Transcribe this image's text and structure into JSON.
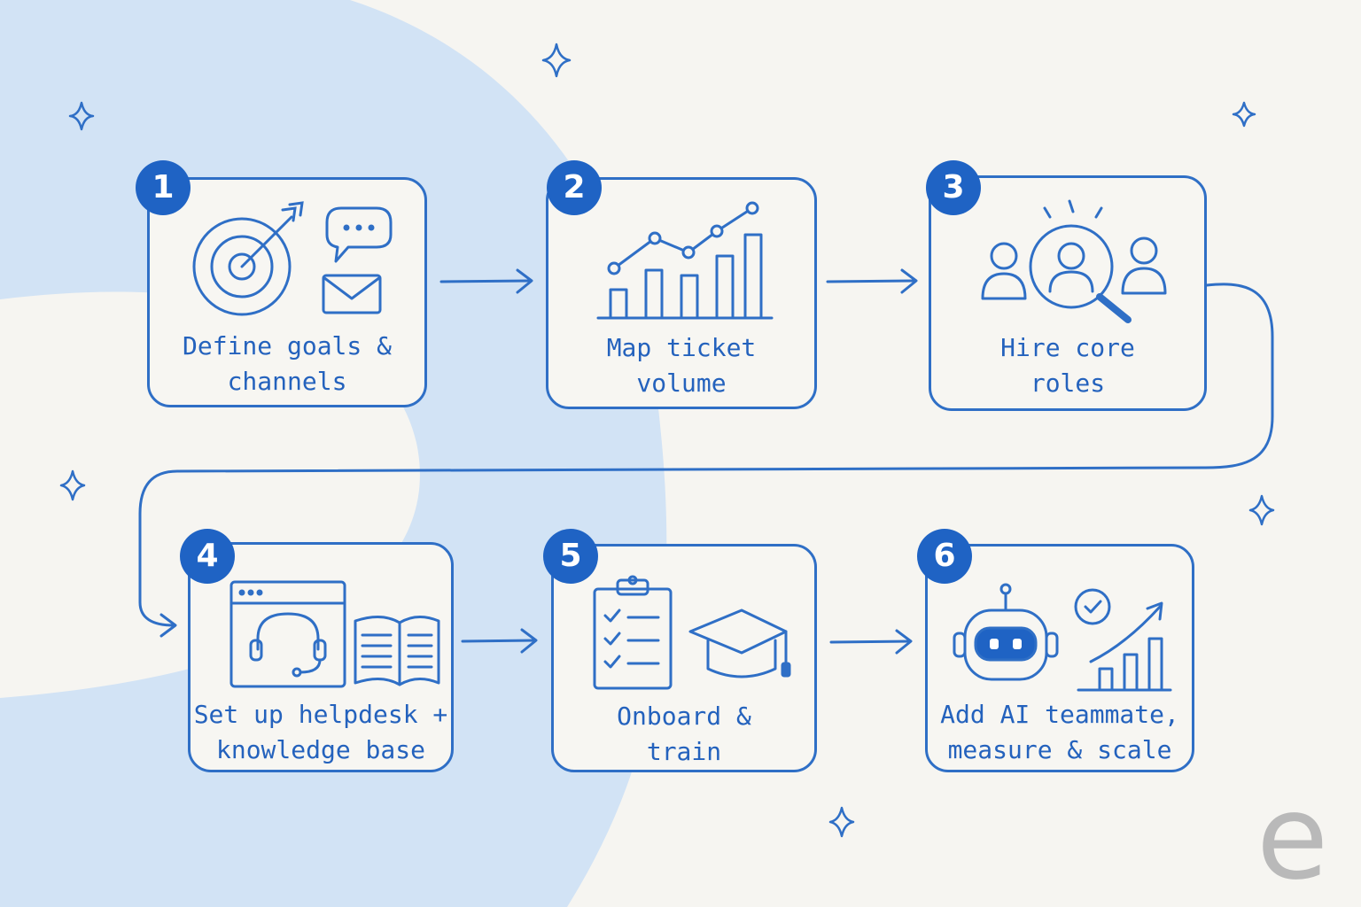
{
  "colors": {
    "background": "#f6f5f1",
    "blob": "#d2e3f5",
    "accent": "#2f6fc6",
    "badge": "#1f63c4"
  },
  "steps": [
    {
      "number": "1",
      "label": "Define goals &\nchannels",
      "icons": [
        "target-arrow-icon",
        "chat-bubble-icon",
        "envelope-icon"
      ]
    },
    {
      "number": "2",
      "label": "Map ticket\nvolume",
      "icons": [
        "growth-line-bar-chart-icon"
      ]
    },
    {
      "number": "3",
      "label": "Hire core\nroles",
      "icons": [
        "people-search-icon"
      ]
    },
    {
      "number": "4",
      "label": "Set up helpdesk +\nknowledge base",
      "icons": [
        "headset-window-icon",
        "open-book-icon"
      ]
    },
    {
      "number": "5",
      "label": "Onboard &\ntrain",
      "icons": [
        "checklist-clipboard-icon",
        "graduation-cap-icon"
      ]
    },
    {
      "number": "6",
      "label": "Add AI teammate,\nmeasure & scale",
      "icons": [
        "robot-icon",
        "check-circle-icon",
        "growth-chart-icon"
      ]
    }
  ],
  "logo": {
    "text": "e"
  }
}
